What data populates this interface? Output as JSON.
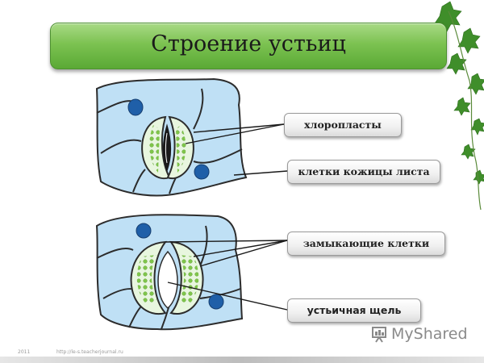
{
  "slide": {
    "title": "Строение устьиц",
    "labels": {
      "chloroplasts": "хлоропласты",
      "epidermis_cells": "клетки кожицы листа",
      "guard_cells": "замыкающие клетки",
      "stomatal_pore": "устьичная щель"
    },
    "footer": {
      "year": "2011",
      "url": "http://le-s.teacherjournal.ru"
    },
    "watermark": "MyShared"
  },
  "colors": {
    "title_green": "#7cc251",
    "cell_blue": "#5aa0d8",
    "chloroplast_green": "#7fc64a"
  }
}
